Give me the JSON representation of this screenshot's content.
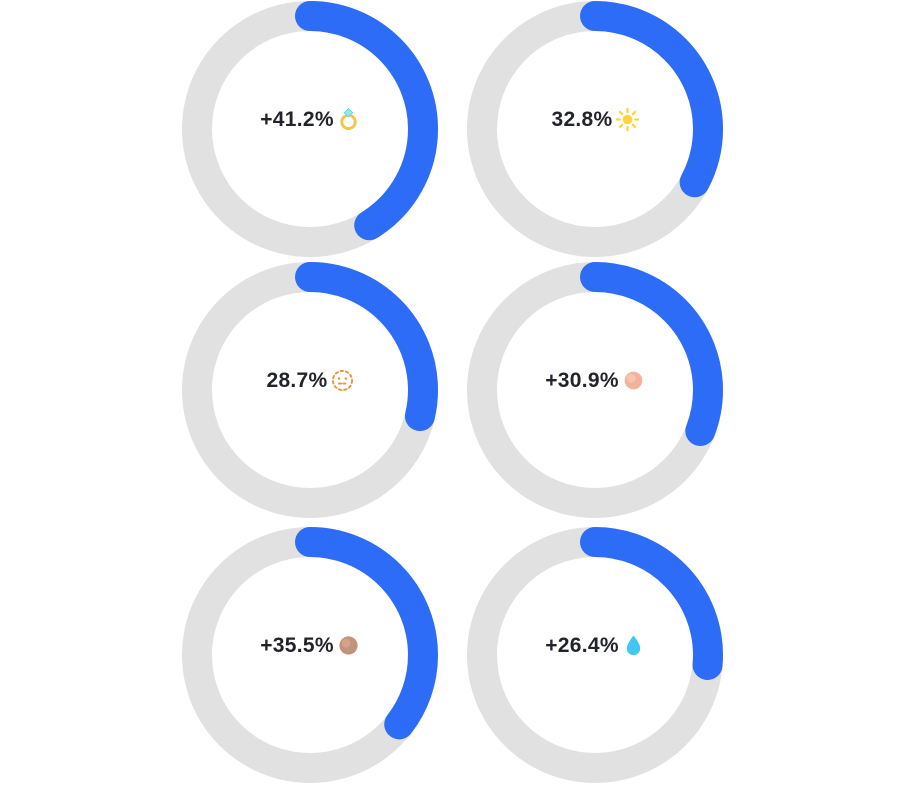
{
  "page": {
    "background": "#ffffff"
  },
  "chart_data": {
    "type": "donut",
    "title": "",
    "layout": {
      "columns": 2,
      "rows": 3
    },
    "start_angle": "top",
    "direction": "clockwise",
    "track_color": "#e1e1e1",
    "progress_color": "#2d6cf6",
    "label_color": "#23242a",
    "rings": [
      {
        "label": "+41.2%",
        "value": 41.2,
        "icon": "diamond-ring-icon"
      },
      {
        "label": "32.8%",
        "value": 32.8,
        "icon": "sun-icon"
      },
      {
        "label": "28.7%",
        "value": 28.7,
        "icon": "dotted-face-icon"
      },
      {
        "label": "+30.9%",
        "value": 30.9,
        "icon": "peach-circle-icon"
      },
      {
        "label": "+35.5%",
        "value": 35.5,
        "icon": "brown-circle-icon"
      },
      {
        "label": "+26.4%",
        "value": 26.4,
        "icon": "water-drop-icon"
      }
    ]
  }
}
